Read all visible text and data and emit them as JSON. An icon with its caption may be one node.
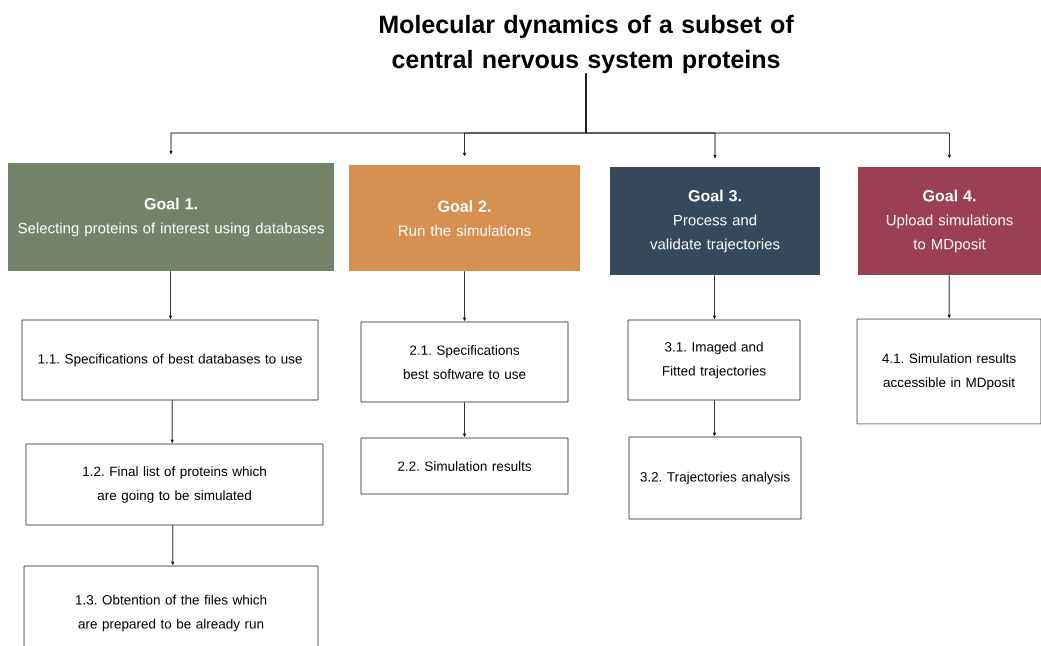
{
  "diagram": {
    "nodes": [
      {
        "text": [
          "Molecular dynamics of a subset of central nervous system proteins"
        ]
      },
      {
        "text": [
          "Goal 1.",
          "Selecting proteins of interest using databases"
        ]
      },
      {
        "text": [
          "Goal 2.",
          "Run the simulations"
        ]
      },
      {
        "text": [
          "Goal 3.",
          "Process and validate trajectories"
        ]
      },
      {
        "text": [
          "Goal 4.",
          "Upload simulations to MDposit"
        ]
      },
      {
        "text": [
          "1.1. Specifications of best databases to use"
        ]
      },
      {
        "text": [
          "1.2. Final list of proteins which are going to be simulated"
        ]
      },
      {
        "text": [
          "1.3. Obtention of the files which are prepared to be already run"
        ]
      },
      {
        "text": [
          "2.1. Specifications best software to use"
        ]
      },
      {
        "text": [
          "2.2. Simulation results"
        ]
      },
      {
        "text": [
          "3.1. Imaged and Fitted trajectories"
        ]
      },
      {
        "text": [
          "3.2. Trajectories analysis"
        ]
      },
      {
        "text": [
          "4.1. Simulation results accessible in MDposit"
        ]
      }
    ],
    "edges": [
      {
        "from": 0,
        "to": 1,
        "arrow": "to"
      },
      {
        "from": 0,
        "to": 2,
        "arrow": "to"
      },
      {
        "from": 0,
        "to": 3,
        "arrow": "to"
      },
      {
        "from": 0,
        "to": 4,
        "arrow": "to"
      },
      {
        "from": 1,
        "to": 5,
        "arrow": "to"
      },
      {
        "from": 5,
        "to": 6,
        "arrow": "to"
      },
      {
        "from": 6,
        "to": 7,
        "arrow": "to"
      },
      {
        "from": 2,
        "to": 8,
        "arrow": "to"
      },
      {
        "from": 8,
        "to": 9,
        "arrow": "to"
      },
      {
        "from": 3,
        "to": 10,
        "arrow": "to"
      },
      {
        "from": 10,
        "to": 11,
        "arrow": "to"
      },
      {
        "from": 4,
        "to": 12,
        "arrow": "to"
      }
    ]
  }
}
